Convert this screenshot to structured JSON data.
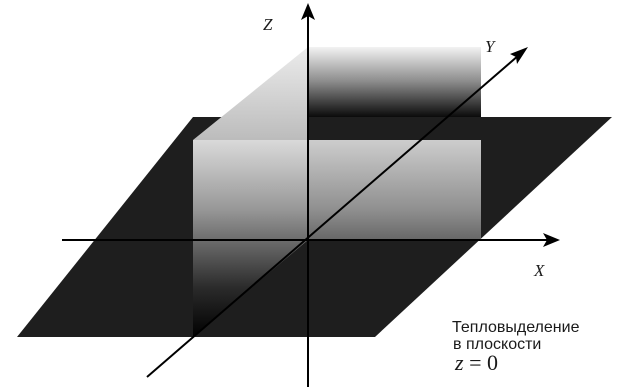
{
  "axes": {
    "x": "X",
    "y": "Y",
    "z": "Z"
  },
  "caption": {
    "line1": "Тепловыделение",
    "line2": "в плоскости",
    "variable": "z",
    "equals": " = 0"
  },
  "colors": {
    "plane": "#1e1e1e",
    "axis": "#000000",
    "box_top": "#e6e6e6",
    "box_bottom": "#000000"
  }
}
